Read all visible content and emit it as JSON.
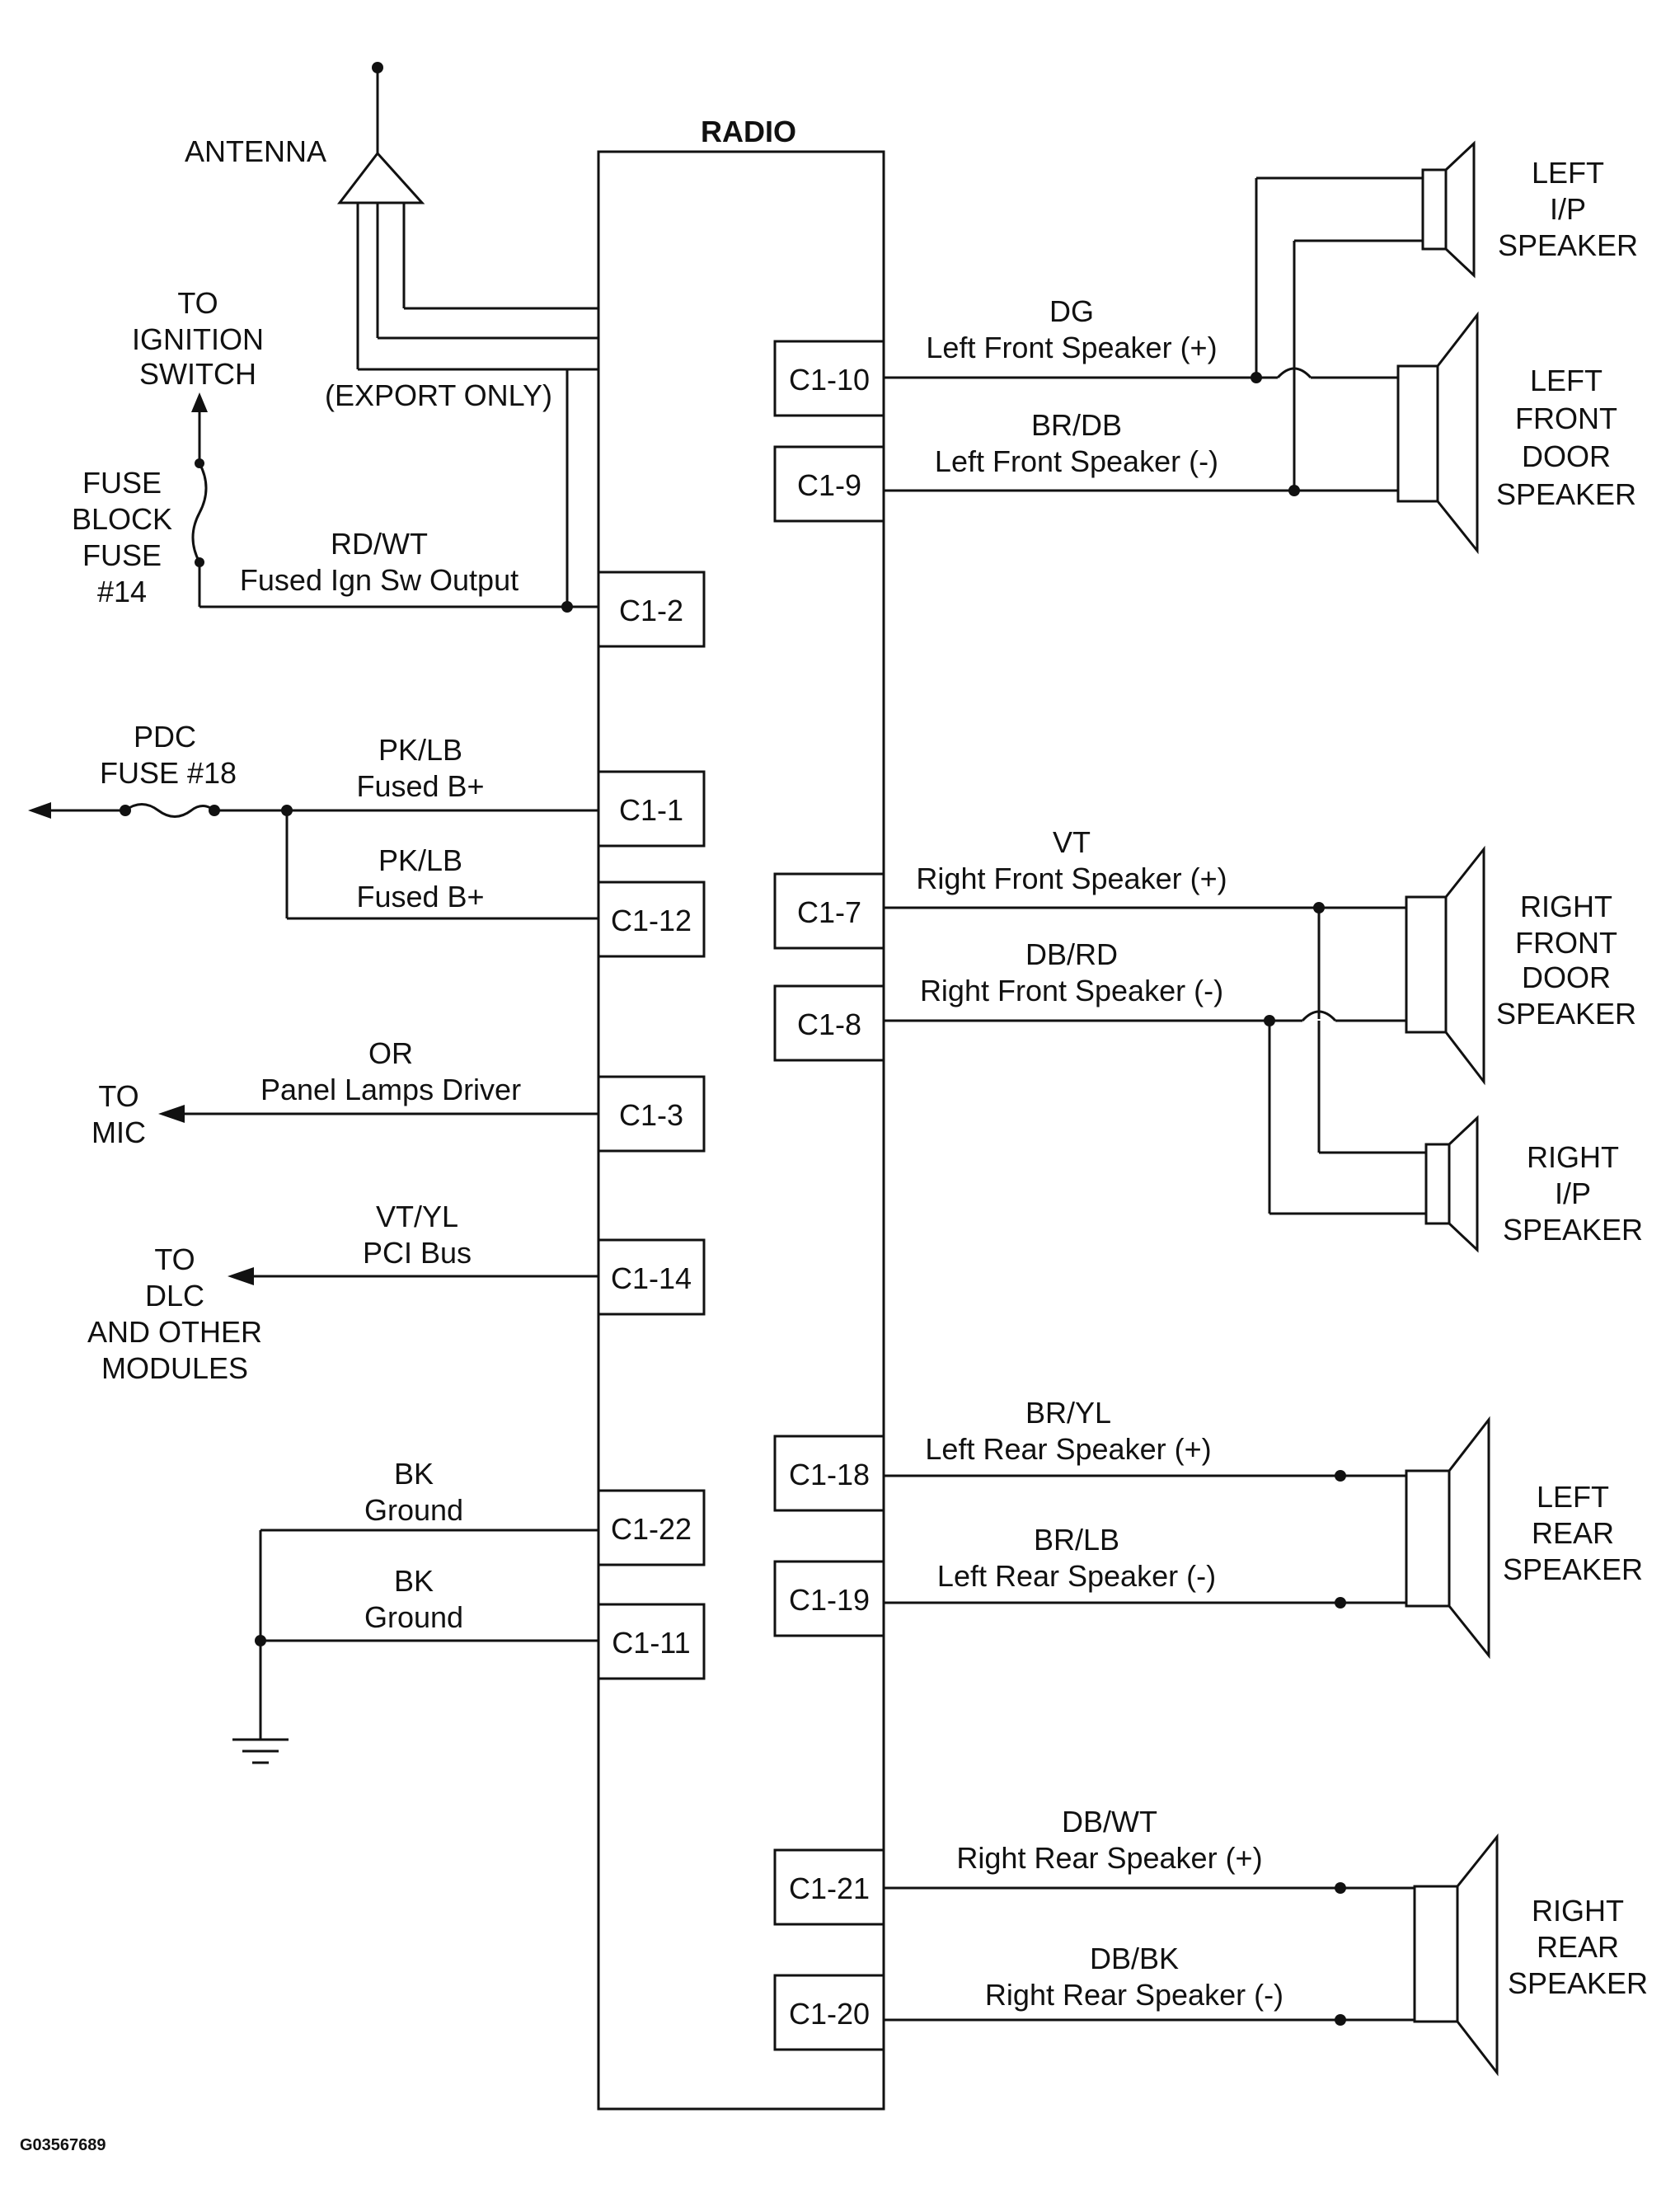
{
  "radio": {
    "title": "RADIO"
  },
  "antenna": {
    "label": "ANTENNA",
    "export_only": "(EXPORT ONLY)"
  },
  "ignition": {
    "to_1": "TO",
    "to_2": "IGNITION",
    "to_3": "SWITCH"
  },
  "fuse_block": {
    "l1": "FUSE",
    "l2": "BLOCK",
    "l3": "FUSE",
    "l4": "#14"
  },
  "pdc": {
    "l1": "PDC",
    "l2": "FUSE #18"
  },
  "mic": {
    "l1": "TO",
    "l2": "MIC"
  },
  "dlc": {
    "l1": "TO",
    "l2": "DLC",
    "l3": "AND OTHER",
    "l4": "MODULES"
  },
  "pins": {
    "c1_2": "C1-2",
    "c1_1": "C1-1",
    "c1_12": "C1-12",
    "c1_3": "C1-3",
    "c1_14": "C1-14",
    "c1_22": "C1-22",
    "c1_11": "C1-11",
    "c1_10": "C1-10",
    "c1_9": "C1-9",
    "c1_7": "C1-7",
    "c1_8": "C1-8",
    "c1_18": "C1-18",
    "c1_19": "C1-19",
    "c1_21": "C1-21",
    "c1_20": "C1-20"
  },
  "wires": {
    "c1_2": {
      "color": "RD/WT",
      "name": "Fused Ign Sw Output"
    },
    "c1_1": {
      "color": "PK/LB",
      "name": "Fused B+"
    },
    "c1_12": {
      "color": "PK/LB",
      "name": "Fused B+"
    },
    "c1_3": {
      "color": "OR",
      "name": "Panel Lamps Driver"
    },
    "c1_14": {
      "color": "VT/YL",
      "name": "PCI Bus"
    },
    "c1_22": {
      "color": "BK",
      "name": "Ground"
    },
    "c1_11": {
      "color": "BK",
      "name": "Ground"
    },
    "c1_10": {
      "color": "DG",
      "name": "Left Front Speaker (+)"
    },
    "c1_9": {
      "color": "BR/DB",
      "name": "Left Front Speaker (-)"
    },
    "c1_7": {
      "color": "VT",
      "name": "Right Front Speaker (+)"
    },
    "c1_8": {
      "color": "DB/RD",
      "name": "Right Front Speaker (-)"
    },
    "c1_18": {
      "color": "BR/YL",
      "name": "Left Rear Speaker (+)"
    },
    "c1_19": {
      "color": "BR/LB",
      "name": "Left Rear Speaker (-)"
    },
    "c1_21": {
      "color": "DB/WT",
      "name": "Right Rear Speaker (+)"
    },
    "c1_20": {
      "color": "DB/BK",
      "name": "Right Rear Speaker (-)"
    }
  },
  "speakers": {
    "left_ip": [
      "LEFT",
      "I/P",
      "SPEAKER"
    ],
    "left_front_door": [
      "LEFT",
      "FRONT",
      "DOOR",
      "SPEAKER"
    ],
    "right_front_door": [
      "RIGHT",
      "FRONT",
      "DOOR",
      "SPEAKER"
    ],
    "right_ip": [
      "RIGHT",
      "I/P",
      "SPEAKER"
    ],
    "left_rear": [
      "LEFT",
      "REAR",
      "SPEAKER"
    ],
    "right_rear": [
      "RIGHT",
      "REAR",
      "SPEAKER"
    ]
  },
  "figure_code": "G03567689"
}
